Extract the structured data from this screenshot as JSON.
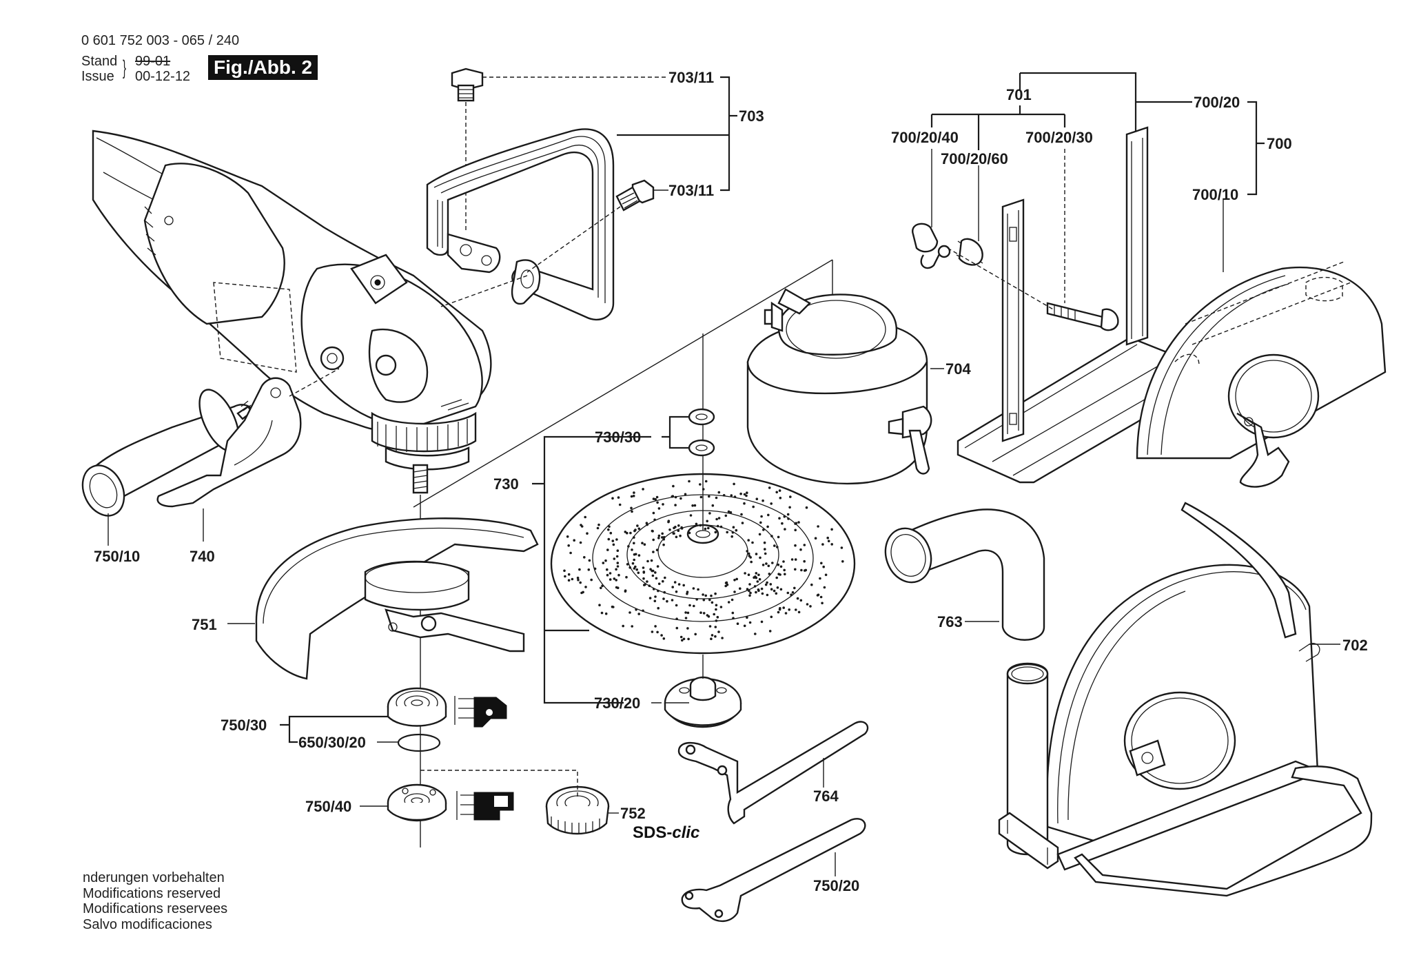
{
  "header": {
    "part_number": "0 601 752 003 - 065 / 240",
    "stand_label": "Stand",
    "issue_label": "Issue",
    "stand_value_struck": "99-01",
    "issue_value": "00-12-12",
    "figure_badge": "Fig./Abb. 2"
  },
  "callouts": {
    "c703_11_top": "703/11",
    "c703": "703",
    "c703_11_bottom": "703/11",
    "c701": "701",
    "c700_20": "700/20",
    "c700_20_40": "700/20/40",
    "c700_20_30": "700/20/30",
    "c700_20_60": "700/20/60",
    "c700": "700",
    "c700_10": "700/10",
    "c704": "704",
    "c730_30": "730/30",
    "c730": "730",
    "c750_10": "750/10",
    "c740": "740",
    "c751": "751",
    "c763": "763",
    "c702": "702",
    "c730_20": "730/20",
    "c750_30": "750/30",
    "c650_30_20": "650/30/20",
    "c750_40": "750/40",
    "c752": "752",
    "c764": "764",
    "c750_20": "750/20"
  },
  "sds_logo": {
    "prefix": "SDS-",
    "suffix": "clic"
  },
  "footer": {
    "lines": [
      "nderungen vorbehalten",
      "Modifications reserved",
      "Modifications reservees",
      "Salvo modificaciones"
    ]
  }
}
